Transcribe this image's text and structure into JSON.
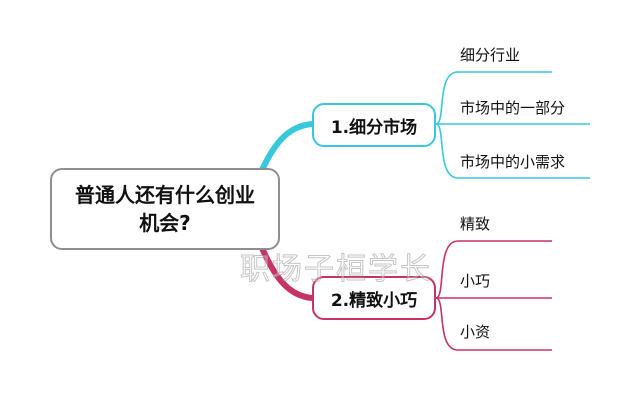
{
  "root": {
    "label": "普通人还有什么创业机会?"
  },
  "branches": [
    {
      "label": "1.细分市场",
      "color": "#38c7dc",
      "leaves": [
        "细分行业",
        "市场中的一部分",
        "市场中的小需求"
      ]
    },
    {
      "label": "2.精致小巧",
      "color": "#c73267",
      "leaves": [
        "精致",
        "小巧",
        "小资"
      ]
    }
  ],
  "watermark": "职场子桓学长"
}
